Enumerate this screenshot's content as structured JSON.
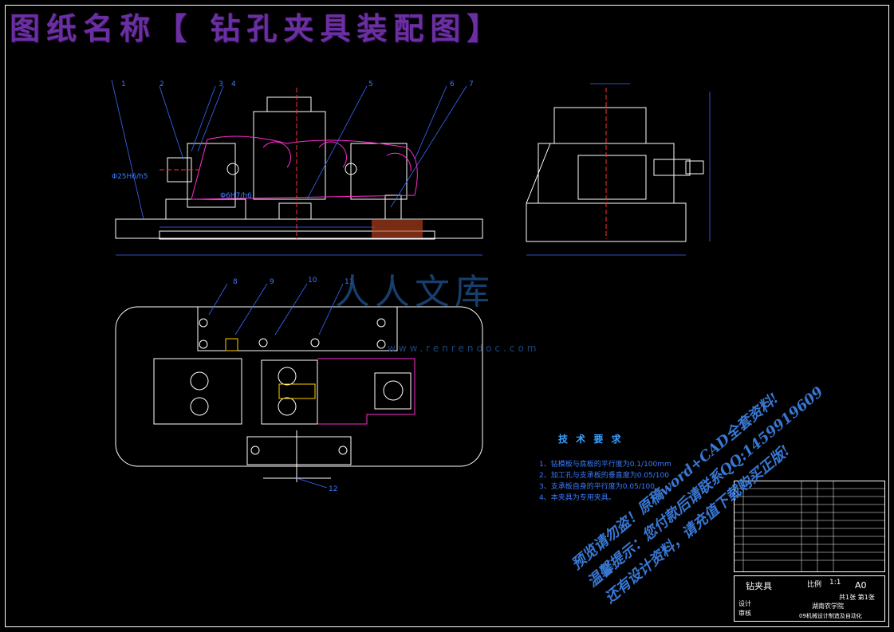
{
  "drawing_title": "图纸名称【 钻孔夹具装配图】",
  "part_labels": [
    "1",
    "2",
    "3",
    "4",
    "5",
    "6",
    "7",
    "8",
    "9",
    "10",
    "11",
    "12"
  ],
  "annotations": {
    "fit1": "Φ25H6/h5",
    "fit2": "Φ6H7/h6"
  },
  "tech_requirements": {
    "title": "技 术 要 求",
    "items": [
      "1、钻模板与底板的平行度为0.1/100mm",
      "2、加工孔与支承板的垂直度为0.05/100",
      "3、支承板自身的平行度为0.05/100",
      "4、本夹具为专用夹具。"
    ]
  },
  "watermark": {
    "logo": "人人文库",
    "url": "www.renrendoc.com",
    "line1": "预览请勿盗！原稿word+CAD全套资料!",
    "line2": "温馨提示：您付款后请联系QQ:1459919609",
    "line3": "还有设计资料，请充值下载购买正版!"
  },
  "title_block": {
    "name": "钻夹具",
    "scale_label": "比例",
    "scale": "1:1",
    "sheet_size": "A0",
    "sheet_info": "共1张 第1张",
    "designer_label": "设计",
    "checker_label": "审核",
    "school": "湖南农学院",
    "dept": "09机械设计制造及自动化"
  }
}
